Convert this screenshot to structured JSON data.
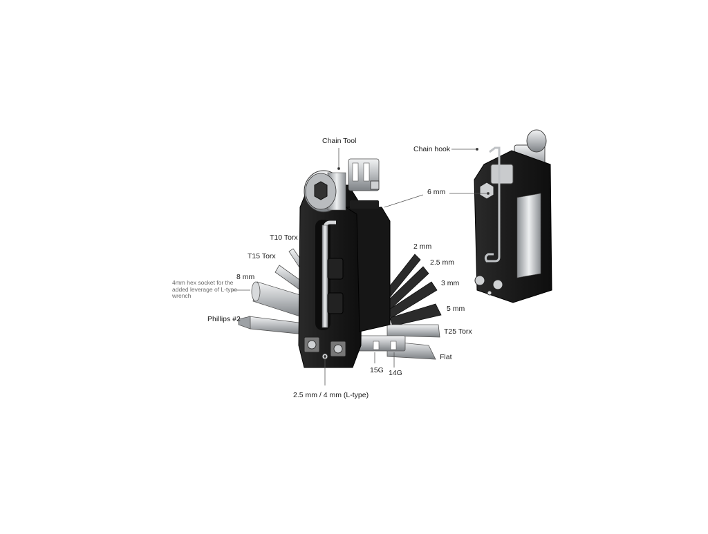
{
  "callouts": {
    "chain_tool": "Chain Tool",
    "chain_hook": "Chain hook",
    "six_mm": "6 mm",
    "t10_torx": "T10 Torx",
    "t15_torx": "T15 Torx",
    "eight_mm": "8 mm",
    "hex_socket_note": "4mm hex socket for the added leverage of L-type wrench",
    "phillips": "Phillips #2",
    "two_mm": "2 mm",
    "two_five_mm": "2.5 mm",
    "three_mm": "3 mm",
    "five_mm": "5 mm",
    "t25_torx": "T25 Torx",
    "flat": "Flat",
    "g15": "15G",
    "g14": "14G",
    "l_type": "2.5 mm / 4 mm (L-type)"
  },
  "colors": {
    "body": "#1c1c1c",
    "steel": "#c9cbcd",
    "leader": "#555555"
  }
}
